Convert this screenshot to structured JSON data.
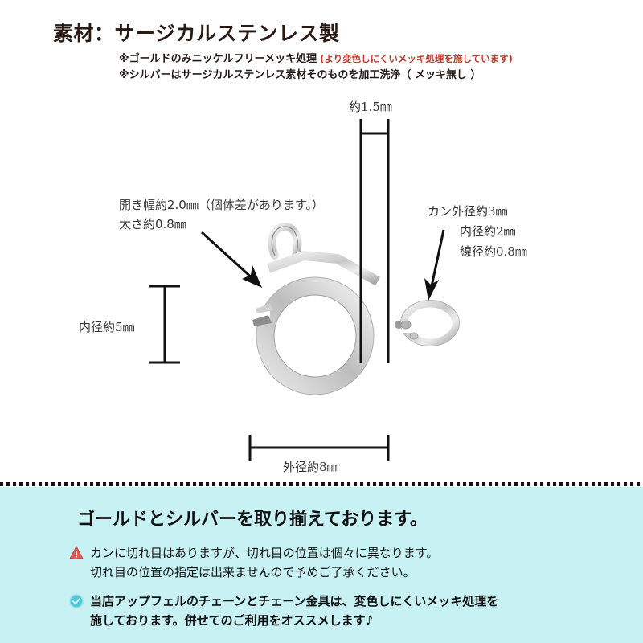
{
  "header": {
    "title": "素材：サージカルステンレス製",
    "note_gold": "※ゴールドのみニッケルフリーメッキ処理",
    "note_gold_red": "(より変色しにくいメッキ処理を施しています)",
    "note_silver": "※シルバーはサージカルステンレス素材そのものを加工洗浄（ メッキ無し ）"
  },
  "dimensions": {
    "wire_width": "約1.5㎜",
    "opening_width": "開き幅約2.0㎜（個体差があります。）",
    "thickness": "太さ約0.8㎜",
    "jump_ring": {
      "outer": "カン外径約3㎜",
      "inner": "内径約2㎜",
      "wire": "線径約0.8㎜"
    },
    "inner_diameter": "内径約5㎜",
    "outer_diameter": "外径約8㎜"
  },
  "panel": {
    "background": "#c8f1f4",
    "title": "ゴールドとシルバーを取り揃えております。",
    "warning": {
      "icon": "warning-triangle-icon",
      "color": "#e05555",
      "lines": [
        "カンに切れ目はありますが、切れ目の位置は個々に異なります。",
        "切れ目の位置の指定は出来ませんので予めご了承ください。"
      ]
    },
    "recommend": {
      "icon": "check-circle-icon",
      "color": "#4fc9d9",
      "lines": [
        "当店アップフェルのチェーンとチェーン金具は、変色しにくいメッキ処理を",
        "施しております。併せてのご利用をオススメします♪"
      ]
    }
  }
}
